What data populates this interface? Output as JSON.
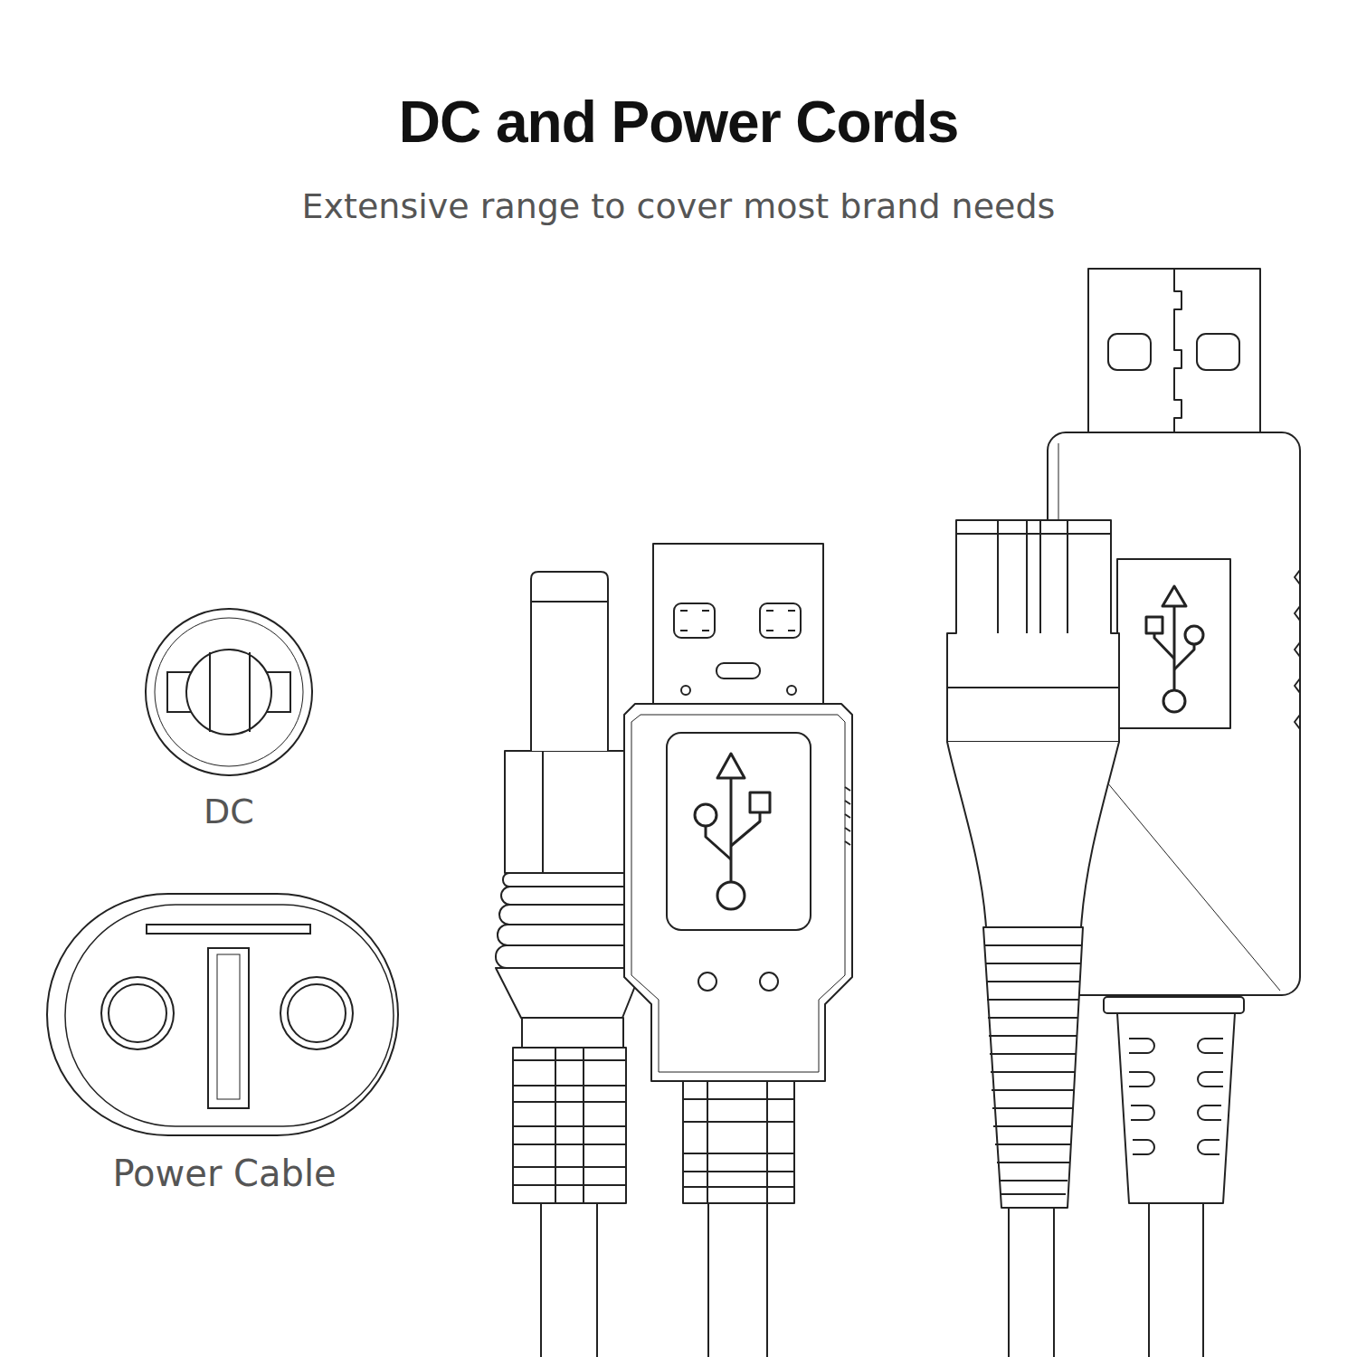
{
  "diagram": {
    "title": "DC and Power Cords",
    "caption": "Extensive range to cover most brand needs",
    "nodes": [
      {
        "text": [
          "DC"
        ]
      },
      {
        "text": [
          "Power Cable"
        ]
      }
    ]
  }
}
